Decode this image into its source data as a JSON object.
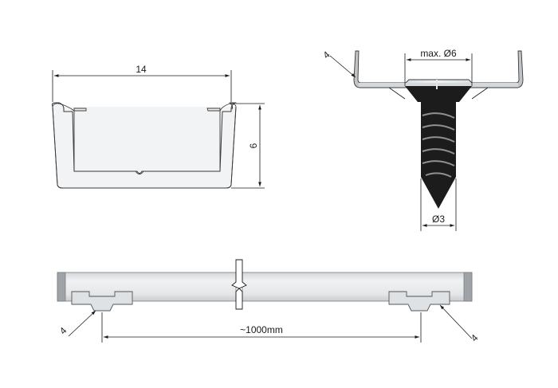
{
  "profile_section": {
    "width_label": "14",
    "height_label": "6"
  },
  "screw_section": {
    "head_label": "max. Ø6",
    "shank_label": "Ø3",
    "callout_label": "4"
  },
  "profile_side_view": {
    "length_label": "~1000mm",
    "callout_left_label": "4",
    "callout_right_label": "4"
  },
  "colors": {
    "line": "#1a1a1a",
    "profile_fill": "#e3e5e7",
    "profile_highlight": "#f3f4f5",
    "screw_fill": "#1c1c1c"
  }
}
